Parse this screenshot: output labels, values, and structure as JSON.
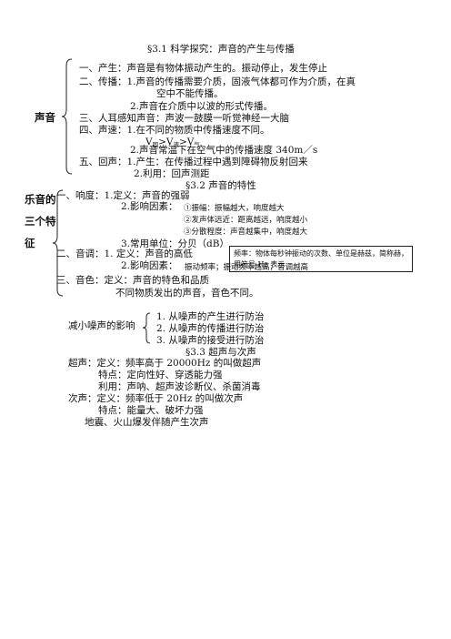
{
  "s1": {
    "title": "§3.1 科学探究：声音的产生与传播",
    "label": "声音",
    "l1": "一、产生：声音是有物体振动产生的。振动停止，发生停止",
    "l2": "二、传播：1.声音的传播需要介质，固液气体都可作为介质，在真",
    "l3": "空中不能传播。",
    "l4": "2.声音在介质中以波的形式传播。",
    "l5": "三、人耳感知声音：声波一鼓膜一听觉神经一大脑",
    "l6": "四、声速：1.在不同的物质中传播速度不同。",
    "v": [
      "V",
      "固",
      ">V",
      "液",
      ">V",
      "气"
    ],
    "l7": "2.声音常温下在空气中的传播速度 340m／s",
    "l8": "五、回声：1.产生：在传播过程中遇到障碍物反射回来",
    "l9": "2.利用：回声测距"
  },
  "s2": {
    "title": "§3.2 声音的特性",
    "label": [
      "乐音的",
      "三个特",
      "征"
    ],
    "l1": "一、响度：1.定义：声音的强弱",
    "l2": "2.影响因素：",
    "f1": "①振幅：振幅越大，响度越大",
    "f2": "②发声体远近：距离越远，响度越小",
    "f3": "③分散程度：声音越集中，响度越大",
    "l3": "3.常用单位：分贝（dB）",
    "l4": "二、音调：1. 定义：声音的高低",
    "l5": "2.影响因素：",
    "l5b": "振动频率；振动频率越高，音调越高",
    "note": "频率：物体每秒钟振动的次数、单位是赫兹，简称赫，用符号 Hz 表示",
    "l6": "三、音色：定义：声音的特色和品质",
    "l7": "不同物质发出的声音，音色不同。"
  },
  "noise": {
    "label": "减小噪声的影响",
    "items": [
      "1. 从噪声的产生进行防治",
      "2. 从噪声的传播进行防治",
      "3. 从噪声的接受进行防治"
    ]
  },
  "s3": {
    "title": "§3.3  超声与次声",
    "u1": "超声：定义：频率高于 20000Hz 的叫做超声",
    "u2": "特点：定向性好、穿透能力强",
    "u3": "利用：声呐、超声波诊断仪、杀菌消毒",
    "i1": "次声：定义：频率低于 20Hz 的叫做次声",
    "i2": "特点：能量大、破坏力强",
    "i3": "地震、火山爆发伴随产生次声"
  }
}
